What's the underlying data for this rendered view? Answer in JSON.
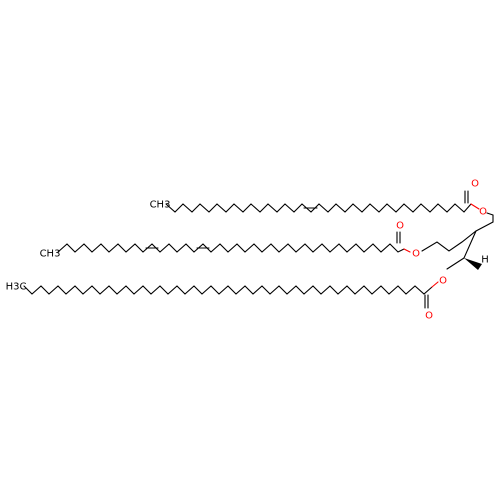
{
  "structure": {
    "atom_colors": {
      "carbon": "#000000",
      "oxygen": "#ff0000"
    },
    "labels": {
      "terminal_1": "CH3",
      "terminal_2": "CH3",
      "terminal_3": "H3C",
      "ester_o_1": "O",
      "carbonyl_o_1": "O",
      "ester_o_2": "O",
      "carbonyl_o_2": "O",
      "ester_o_3": "O",
      "carbonyl_o_3": "O",
      "stereo_h": "H"
    }
  }
}
